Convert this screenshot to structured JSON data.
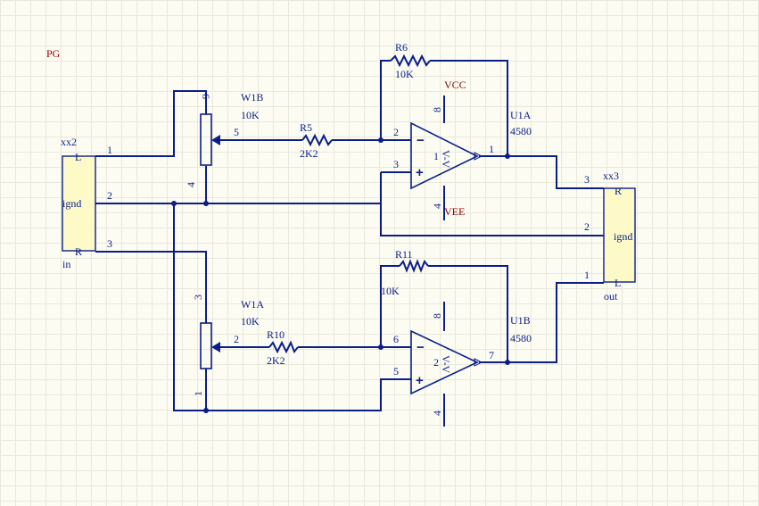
{
  "sheet_title": "PG",
  "input_connector": {
    "designator": "xx2",
    "pin_labels": [
      "L",
      "ignd",
      "R"
    ],
    "name": "in",
    "pins": [
      "1",
      "2",
      "3"
    ]
  },
  "output_connector": {
    "designator": "xx3",
    "pin_labels": [
      "R",
      "ignd",
      "L"
    ],
    "name": "out",
    "pins": [
      "3",
      "2",
      "1"
    ]
  },
  "pot_top": {
    "designator": "W1B",
    "value": "10K",
    "pins": [
      "6",
      "5",
      "4"
    ]
  },
  "pot_bottom": {
    "designator": "W1A",
    "value": "10K",
    "pins": [
      "3",
      "2",
      "1"
    ]
  },
  "res_r5": {
    "designator": "R5",
    "value": "2K2"
  },
  "res_r6": {
    "designator": "R6",
    "value": "10K"
  },
  "res_r10": {
    "designator": "R10",
    "value": "2K2"
  },
  "res_r11": {
    "designator": "R11",
    "value": "10K"
  },
  "opamp_a": {
    "designator": "U1A",
    "part": "4580",
    "pins": [
      "2",
      "3",
      "1",
      "8",
      "4"
    ],
    "unit": "1",
    "supply_label": "V-V"
  },
  "opamp_b": {
    "designator": "U1B",
    "part": "4580",
    "pins": [
      "6",
      "5",
      "7",
      "8",
      "4"
    ],
    "unit": "2",
    "supply_label": "V-V"
  },
  "power": {
    "vcc": "VCC",
    "vee": "VEE"
  },
  "colors": {
    "wire": "#0a1e8a",
    "power_label": "#8a0000",
    "connector_fill": "#fdfac8",
    "grid": "#e9e8dc"
  }
}
